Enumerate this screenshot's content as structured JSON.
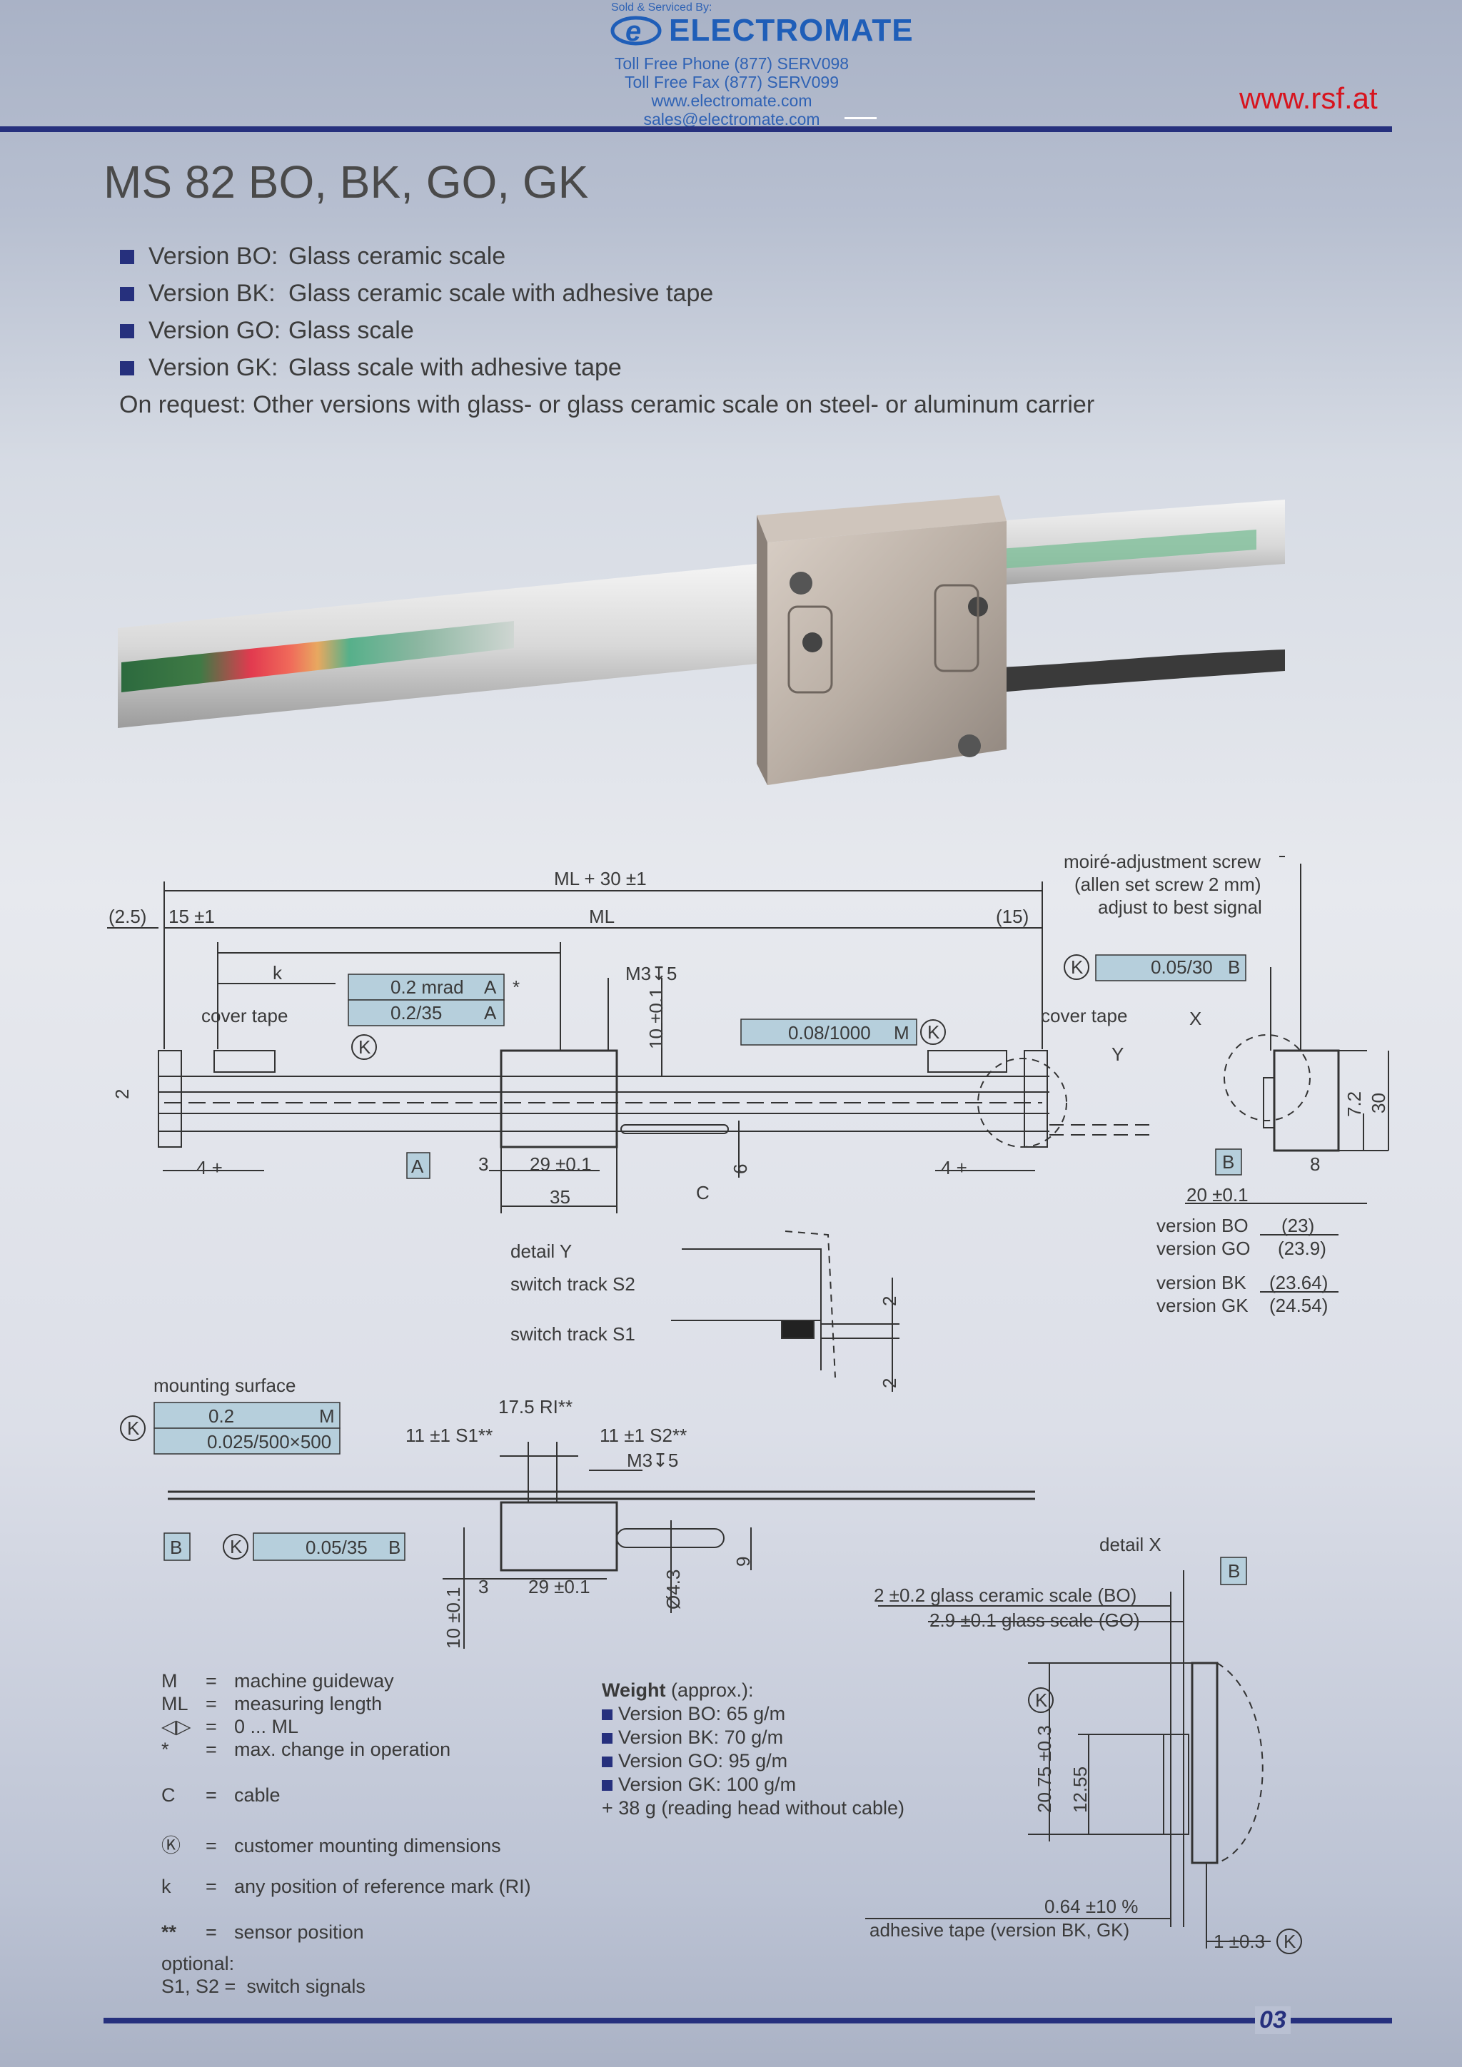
{
  "header": {
    "sold_by": "Sold & Serviced By:",
    "logo_text": "ELECTROMATE",
    "phone": "Toll Free Phone  (877) SERV098",
    "fax": "Toll Free Fax  (877) SERV099",
    "web": "www.electromate.com",
    "email": "sales@electromate.com",
    "rsf_url": "www.rsf.at"
  },
  "title": "MS 82 BO, BK, GO, GK",
  "versions": [
    {
      "name": "Version BO:",
      "desc": "Glass ceramic scale"
    },
    {
      "name": "Version BK:",
      "desc": "Glass ceramic scale with adhesive tape"
    },
    {
      "name": "Version GO:",
      "desc": "Glass scale"
    },
    {
      "name": "Version GK:",
      "desc": "Glass scale with adhesive tape"
    }
  ],
  "on_request": "On request: Other versions with glass- or glass ceramic scale on steel- or aluminum carrier",
  "drawing": {
    "ml_plus": "ML + 30 ±1",
    "ml": "ML",
    "d25": "(2.5)",
    "d15a": "15 ±1",
    "d15b": "(15)",
    "k": "k",
    "mrad": "0.2 mrad",
    "par_a": "0.2/35",
    "datum_a": "A",
    "star": "*",
    "m3a": "M3↧5",
    "ten": "10 ±0.1",
    "flat_m": "0.08/1000",
    "m": "M",
    "kcirc": "K",
    "cover_tape": "cover tape",
    "moire1": "moiré-adjustment screw",
    "moire2": "(allen set screw 2 mm)",
    "moire3": "adjust to best signal",
    "par_b": "0.05/30",
    "datum_b": "B",
    "x": "X",
    "y": "Y",
    "two": "2",
    "four_a": "4 +",
    "four_b": "4 +",
    "three": "3",
    "twentynine": "29 ±0.1",
    "thirtyfive": "35",
    "six": "6",
    "c": "C",
    "seven2": "7.2",
    "thirty": "30",
    "eight": "8",
    "twenty": "20 ±0.1",
    "vbo": "version BO",
    "vgo": "version GO",
    "vbk": "version BK",
    "vgk": "version GK",
    "d23": "(23)",
    "d239": "(23.9)",
    "d2364": "(23.64)",
    "d2454": "(24.54)",
    "detail_y": "detail Y",
    "s2": "switch track S2",
    "s1": "switch track S1",
    "mount": "mounting surface",
    "pm02": "0.2",
    "flat_mount": "0.025/500×500",
    "ri": "17.5 RI**",
    "s1pos": "11 ±1 S1**",
    "s2pos": "11 ±1 S2**",
    "m3b": "M3↧5",
    "par_c": "0.05/35",
    "nine": "9",
    "dia": "Ø4.3",
    "detail_x": "detail X",
    "gc_bo": "2 ±0.2 glass ceramic scale (BO)",
    "g_go": "2.9 ±0.1 glass scale (GO)",
    "h2075": "20.75 ±0.3",
    "h1255": "12.55",
    "tape064": "0.64 ±10 %",
    "adhesive": "adhesive tape (version BK, GK)",
    "one03": "1 ±0.3"
  },
  "legend": [
    {
      "sym": "M",
      "eq": "=",
      "txt": "machine guideway"
    },
    {
      "sym": "ML",
      "eq": "=",
      "txt": "measuring length"
    },
    {
      "sym": "◁▷",
      "eq": "=",
      "txt": "0 ... ML"
    },
    {
      "sym": "*",
      "eq": "=",
      "txt": "max. change in operation"
    },
    {
      "sym": "C",
      "eq": "=",
      "txt": "cable"
    },
    {
      "sym": "Ⓚ",
      "eq": "=",
      "txt": "customer mounting dimensions"
    },
    {
      "sym": "k",
      "eq": "=",
      "txt": "any position of reference mark (RI)"
    },
    {
      "sym": "**",
      "eq": "=",
      "txt": "sensor position"
    }
  ],
  "optional_label": "optional:",
  "optional_line": "S1, S2 =  switch signals",
  "weight": {
    "title": "Weight",
    "approx": " (approx.):",
    "items": [
      "Version BO: 65 g/m",
      "Version BK: 70 g/m",
      "Version GO: 95 g/m",
      "Version GK: 100 g/m"
    ],
    "extra": "+ 38 g (reading head without cable)"
  },
  "page_number": "03",
  "colors": {
    "accent": "#26307d",
    "rsf_red": "#d7141e",
    "electromate_blue": "#1f5eb8",
    "tolerance_fill": "#b6cfdc"
  }
}
